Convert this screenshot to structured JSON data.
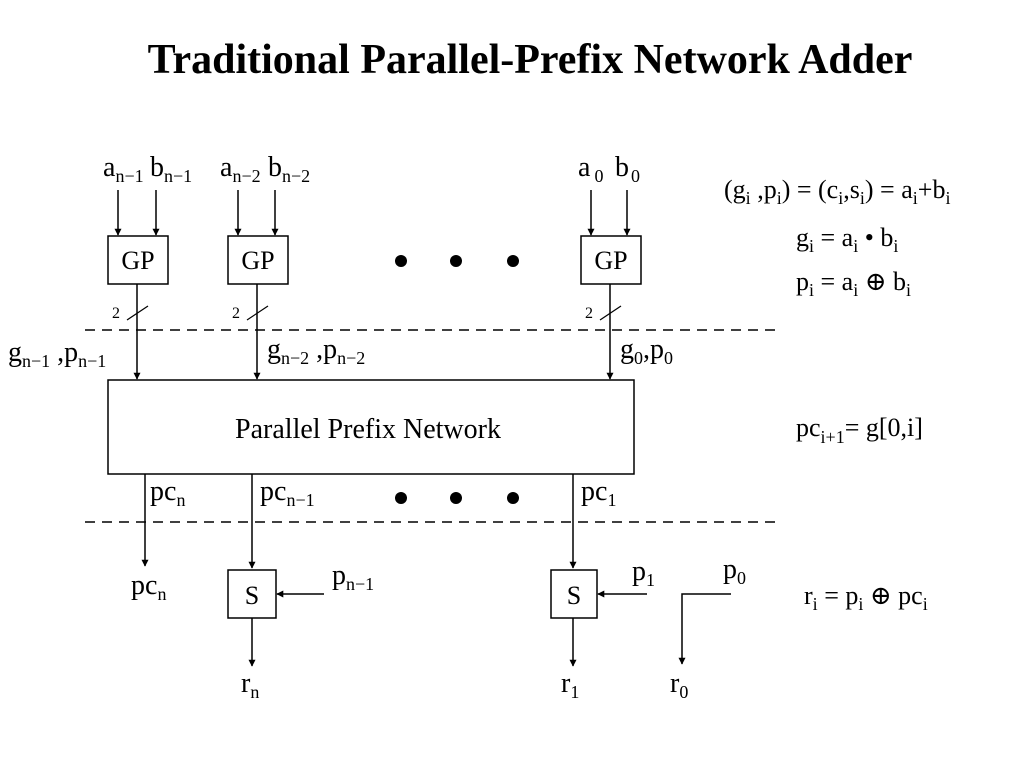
{
  "title": "Traditional Parallel-Prefix Network Adder",
  "inputs": {
    "a_n1": {
      "base": "a",
      "sub": "n−1"
    },
    "b_n1": {
      "base": "b",
      "sub": "n−1"
    },
    "a_n2": {
      "base": "a",
      "sub": "n−2"
    },
    "b_n2": {
      "base": "b",
      "sub": "n−2"
    },
    "a_0": {
      "base": "a",
      "sub": "0"
    },
    "b_0": {
      "base": "b",
      "sub": "0"
    }
  },
  "blocks": {
    "gp": "GP",
    "network": "Parallel Prefix Network",
    "sum": "S"
  },
  "bus_width": "2",
  "gp_outputs": {
    "n1": {
      "g": "g",
      "g_sub": "n−1",
      "sep": " ,",
      "p": "p",
      "p_sub": "n−1"
    },
    "n2": {
      "g": "g",
      "g_sub": "n−2",
      "sep": " ,",
      "p": "p",
      "p_sub": "n−2"
    },
    "z": {
      "g": "g",
      "g_sub": "0",
      "sep": ",",
      "p": "p",
      "p_sub": "0"
    }
  },
  "carries": {
    "pc_n": {
      "base": "pc",
      "sub": "n"
    },
    "pc_n1": {
      "base": "pc",
      "sub": "n−1"
    },
    "pc_1": {
      "base": "pc",
      "sub": "1"
    }
  },
  "sum_inputs": {
    "p_n1": {
      "base": "p",
      "sub": "n−1"
    },
    "p_1": {
      "base": "p",
      "sub": "1"
    },
    "p_0": {
      "base": "p",
      "sub": "0"
    }
  },
  "results": {
    "r_n": {
      "base": "r",
      "sub": "n"
    },
    "r_1": {
      "base": "r",
      "sub": "1"
    },
    "r_0": {
      "base": "r",
      "sub": "0"
    }
  },
  "equations": {
    "gp_def": {
      "open": "(g",
      "i1": "i",
      "mid1": " ,p",
      "i2": "i",
      "mid2": ") = (c",
      "i3": "i",
      "mid3": ",s",
      "i4": "i",
      "mid4": ") = a",
      "i5": "i",
      "mid5": "+b",
      "i6": "i"
    },
    "g_def": {
      "lhs": "g",
      "lhs_sub": "i",
      "eq": " =  a",
      "a_sub": "i",
      "op": " • b",
      "b_sub": "i"
    },
    "p_def": {
      "lhs": "p",
      "lhs_sub": "i",
      "eq": " =  a",
      "a_sub": "i",
      "op": " ⊕ b",
      "b_sub": "i"
    },
    "pc_def": {
      "lhs": "pc",
      "lhs_sub": "i+1",
      "rhs": "= g[0,i]"
    },
    "r_def": {
      "lhs": "r",
      "lhs_sub": "i",
      "eq": " = p",
      "p_sub": "i",
      "op": "  ⊕  pc",
      "pc_sub": "i"
    }
  }
}
